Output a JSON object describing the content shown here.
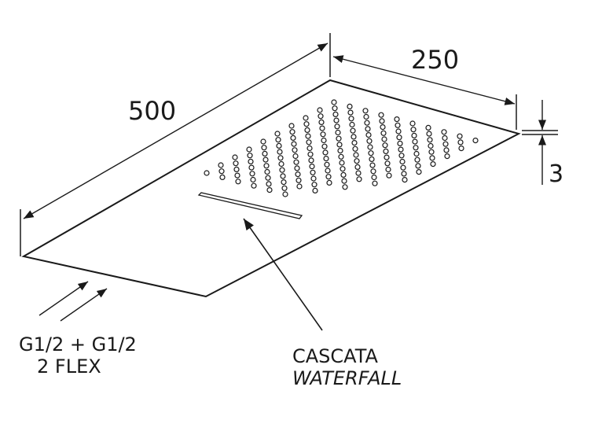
{
  "dimensions": {
    "length": "500",
    "width": "250",
    "thickness": "3"
  },
  "labels": {
    "inlet_line1": "G1/2 + G1/2",
    "inlet_line2": "2 FLEX",
    "waterfall_it": "CASCATA",
    "waterfall_en": "WATERFALL"
  },
  "colors": {
    "line": "#1a1a1a",
    "background": "#ffffff"
  }
}
